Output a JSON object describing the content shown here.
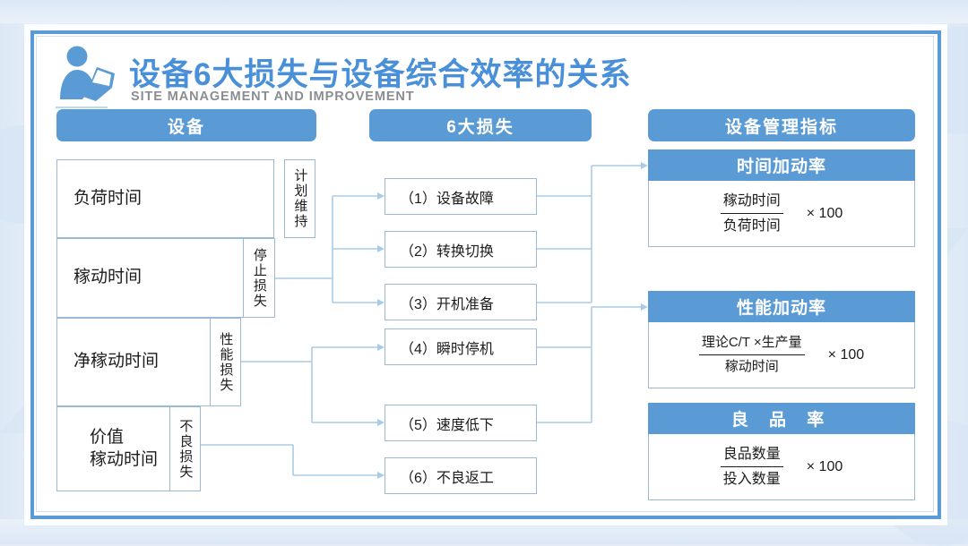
{
  "header": {
    "icon": "person-reading-icon",
    "title": "设备6大损失与设备综合效率的关系",
    "subtitle": "SITE MANAGEMENT AND IMPROVEMENT"
  },
  "columns": {
    "equipment_label": "设备",
    "losses_label": "6大损失",
    "metrics_label": "设备管理指标"
  },
  "time_boxes": [
    {
      "id": "load",
      "label": "负荷时间"
    },
    {
      "id": "run",
      "label": "稼动时间"
    },
    {
      "id": "net",
      "label": "净稼动时间"
    },
    {
      "id": "value",
      "label": "价值\n稼动时间",
      "line1": "价值",
      "line2": "稼动时间"
    }
  ],
  "loss_labels": [
    {
      "id": "plan",
      "label": "计划维持"
    },
    {
      "id": "stop",
      "label": "停止损失"
    },
    {
      "id": "perf",
      "label": "性能损失"
    },
    {
      "id": "def",
      "label": "不良损失"
    }
  ],
  "loss_items": [
    {
      "no": "（1）",
      "label": "（1）设备故障"
    },
    {
      "no": "（2）",
      "label": "（2）转换切换"
    },
    {
      "no": "（3）",
      "label": "（3）开机准备"
    },
    {
      "no": "（4）",
      "label": "（4）瞬时停机"
    },
    {
      "no": "（5）",
      "label": "（5）速度低下"
    },
    {
      "no": "（6）",
      "label": "（6）不良返工"
    }
  ],
  "metric_cards": [
    {
      "id": "time-rate",
      "title": "时间加动率",
      "numerator": "稼动时间",
      "denominator": "负荷时间",
      "multiplier": "× 100"
    },
    {
      "id": "performance-rate",
      "title": "性能加动率",
      "numerator": "理论C/T ×生产量",
      "denominator": "稼动时间",
      "multiplier": "× 100"
    },
    {
      "id": "quality-rate",
      "title": "良 品 率",
      "numerator": "良品数量",
      "denominator": "投入数量",
      "multiplier": "× 100"
    }
  ],
  "colors": {
    "accent": "#5b9bd5",
    "title": "#4a90d9",
    "subtitle": "#8a8d91",
    "box_border": "#9bb8d4",
    "wire": "#a8cbe8",
    "page_bg": "#e3ecf7",
    "panel_bg": "#ffffff"
  }
}
